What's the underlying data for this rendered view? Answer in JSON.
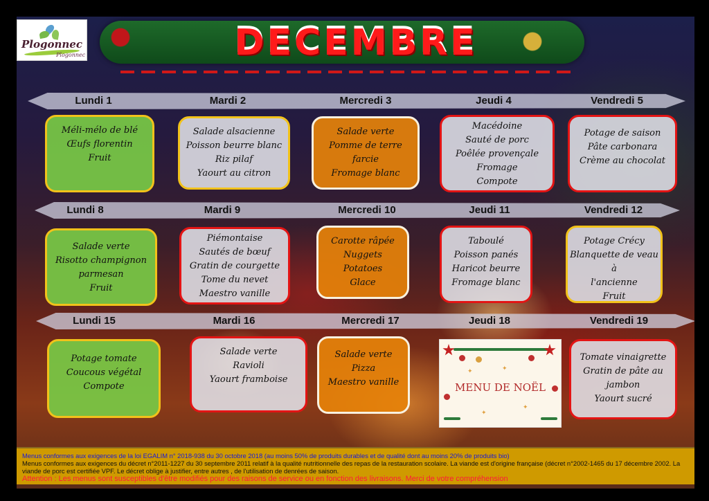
{
  "header": {
    "logo": {
      "brand": "Plogonnec",
      "sub": "Plogonnec"
    },
    "title": "DECEMBRE"
  },
  "weeks": [
    {
      "days": [
        {
          "label": "Lundi 1",
          "style": "green-yellow",
          "items": [
            "Méli-mélo de blé",
            "Œufs florentin",
            "Fruit"
          ]
        },
        {
          "label": "Mardi 2",
          "style": "grey-yellow",
          "items": [
            "Salade alsacienne",
            "Poisson beurre blanc",
            "Riz pilaf",
            "Yaourt au citron"
          ]
        },
        {
          "label": "Mercredi 3",
          "style": "orange-white",
          "items": [
            "Salade verte",
            "Pomme de terre",
            "farcie",
            "Fromage blanc"
          ]
        },
        {
          "label": "Jeudi 4",
          "style": "grey-red",
          "items": [
            "Macédoine",
            "Sauté de porc",
            "Poêlée provençale",
            "Fromage",
            "Compote"
          ]
        },
        {
          "label": "Vendredi 5",
          "style": "grey-red",
          "items": [
            "Potage de saison",
            "Pâte carbonara",
            "Crème au chocolat"
          ]
        }
      ]
    },
    {
      "days": [
        {
          "label": "Lundi 8",
          "style": "green-yellow",
          "items": [
            "Salade verte",
            "Risotto champignon",
            "parmesan",
            "Fruit"
          ]
        },
        {
          "label": "Mardi 9",
          "style": "grey-red",
          "items": [
            "Piémontaise",
            "Sautés de bœuf",
            "Gratin de courgette",
            "Tome du nevet",
            "Maestro vanille"
          ]
        },
        {
          "label": "Mercredi 10",
          "style": "orange-white",
          "items": [
            "Carotte râpée",
            "Nuggets",
            "Potatoes",
            "Glace"
          ]
        },
        {
          "label": "Jeudi 11",
          "style": "grey-red",
          "items": [
            "Taboulé",
            "Poisson panés",
            "Haricot beurre",
            "Fromage blanc"
          ]
        },
        {
          "label": "Vendredi 12",
          "style": "grey-yellow",
          "items": [
            "Potage Crécy",
            "Blanquette de veau à",
            "l'ancienne",
            "Fruit"
          ]
        }
      ]
    },
    {
      "days": [
        {
          "label": "Lundi 15",
          "style": "green-yellow",
          "items": [
            "Potage tomate",
            "Coucous végétal",
            "Compote"
          ]
        },
        {
          "label": "Mardi 16",
          "style": "grey-red",
          "items": [
            "Salade verte",
            "Ravioli",
            "Yaourt framboise"
          ]
        },
        {
          "label": "Mercredi 17",
          "style": "orange-white",
          "items": [
            "Salade verte",
            "Pizza",
            "Maestro vanille"
          ]
        },
        {
          "label": "Jeudi 18",
          "style": "noel",
          "items": [
            "MENU DE NOËL"
          ]
        },
        {
          "label": "Vendredi 19",
          "style": "grey-red",
          "items": [
            "Tomate vinaigrette",
            "Gratin de pâte au",
            "jambon",
            "Yaourt sucré"
          ]
        }
      ]
    }
  ],
  "footer": {
    "line1": "Menus conformes aux exigences de la loi EGALIM n° 2018-938 du 30 octobre 2018 (au moins 50% de produits durables et de qualité dont au moins 20% de produits bio)",
    "line2": "Menus conformes aux exigences du décret n°2011-1227 du 30 septembre 2011 relatif à la qualité nutritionnelle des repas de la restauration scolaire. La viande est d'origine française (décret n°2002-1465 du 17 décembre 2002. La viande de porc est certifiée VPF. Le décret oblige à justifier, entre autres , de l'utilisation de denrées de saison.",
    "line3": "Attention : Les menus sont susceptibles d'être modifiés pour des raisons de service ou en fonction des livraisons. Merci de votre compréhension"
  },
  "colors": {
    "green_card": "#78c846",
    "orange_card": "#e6820a",
    "grey_card": "#e1e1e8",
    "yellow_border": "#f2c21a",
    "red_border": "#e31414",
    "title_red": "#ff1a1a",
    "footer_bg": "#cf9a00",
    "footer_blue": "#1a1ad8",
    "footer_red": "#ff1a3a"
  }
}
